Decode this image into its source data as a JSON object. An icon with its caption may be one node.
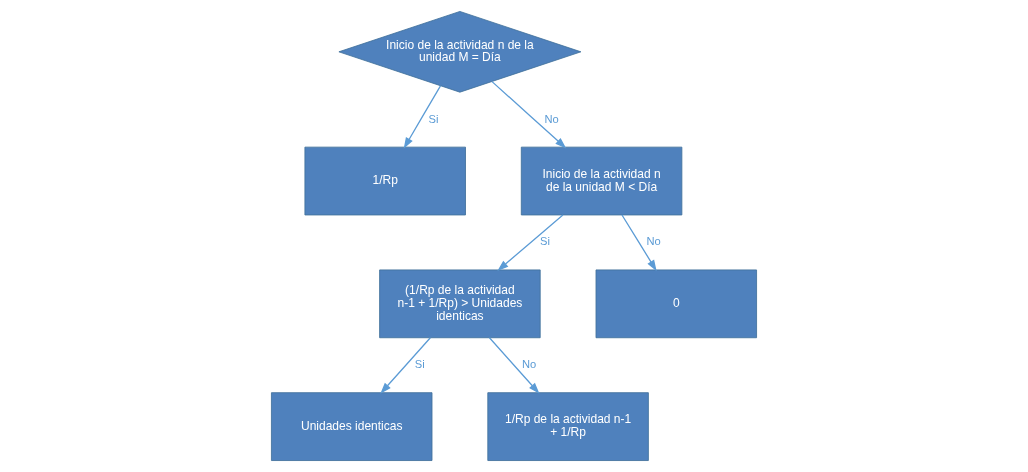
{
  "diagram": {
    "nodes": [
      {
        "text": [
          "Inicio de la actividad n de la unidad M = Día"
        ]
      },
      {
        "text": [
          "1/Rp"
        ]
      },
      {
        "text": [
          "Inicio de la actividad n de la unidad M < Día"
        ]
      },
      {
        "text": [
          "(1/Rp de la actividad n-1 + 1/Rp) > Unidades identicas"
        ]
      },
      {
        "text": [
          "Unidades identicas"
        ]
      },
      {
        "text": [
          "0"
        ]
      },
      {
        "text": [
          "1/Rp de la actividad n-1 + 1/Rp"
        ]
      }
    ],
    "edges": [
      {
        "from": 0,
        "to": 1,
        "arrow": "to",
        "label": "Si"
      },
      {
        "from": 0,
        "to": 2,
        "arrow": "to",
        "label": "No"
      },
      {
        "from": 2,
        "to": 3,
        "arrow": "to",
        "label": "Si"
      },
      {
        "from": 2,
        "to": 5,
        "arrow": "to",
        "label": "No"
      },
      {
        "from": 3,
        "to": 4,
        "arrow": "to",
        "label": "Si"
      },
      {
        "from": 3,
        "to": 6,
        "arrow": "to",
        "label": "No"
      }
    ]
  }
}
